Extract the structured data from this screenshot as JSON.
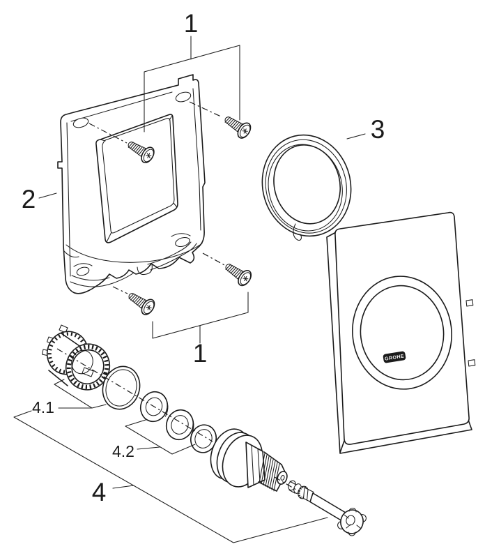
{
  "figure": {
    "background": "#ffffff",
    "ink": "#1b1b1b"
  },
  "callouts": {
    "screws_top": "1",
    "screws_bottom": "1",
    "mounting_frame": "2",
    "seal_ring": "3",
    "valve_assembly": "4",
    "cartridge_housing": "4.1",
    "washer_set": "4.2"
  },
  "flush_plate": {
    "logo_text": "GROHE"
  }
}
